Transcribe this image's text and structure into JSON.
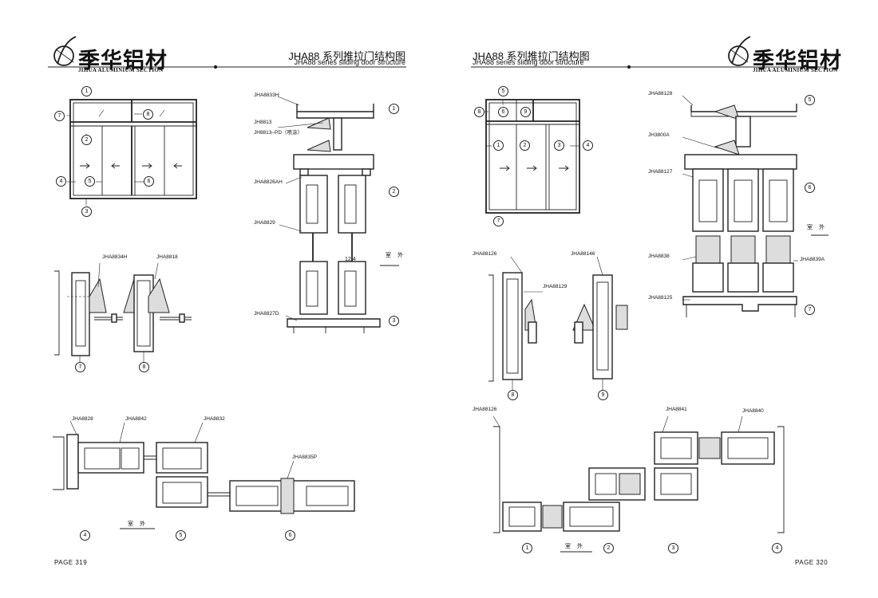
{
  "left_page": {
    "brand_cn": "季华铝材",
    "brand_en": "JIHUA ALUMINIUM SECTION",
    "title_cn": "JHA88 系列推拉门结构图",
    "title_en": "JHA88 series sliding door structure",
    "page_number": "PAGE 319",
    "side_label": "室 外",
    "dim_label": "12.4",
    "labels": [
      "JHA8833H",
      "JH8813",
      "JH8813–PD（喷涂）",
      "JHA8826AH",
      "JHA8829",
      "JHA8827D",
      "JHA8834H",
      "JHA8818",
      "JHA8828",
      "JHA8842",
      "JHA8832",
      "JHA8835P"
    ],
    "callouts": [
      "1",
      "2",
      "3",
      "4",
      "5",
      "6",
      "7",
      "8"
    ]
  },
  "right_page": {
    "brand_cn": "季华铝材",
    "brand_en": "JIHUA ALUMINIUM SECTION",
    "title_cn": "JHA88 系列推拉门结构图",
    "title_en": "JHA88 series sliding door structure",
    "page_number": "PAGE 320",
    "side_label": "室 外",
    "labels": [
      "JHA88128",
      "JH3800A",
      "JHA88127",
      "JHA8838",
      "JHA8839A",
      "JHA88125",
      "JHA88126",
      "JHA88146",
      "JHA88129",
      "JHA88126",
      "JHA8841",
      "JHA8840"
    ],
    "callouts": [
      "1",
      "2",
      "3",
      "4",
      "5",
      "6",
      "7",
      "8",
      "9"
    ]
  },
  "colors": {
    "line": "#222222",
    "paper": "#ffffff",
    "fill": "#dddddd"
  }
}
